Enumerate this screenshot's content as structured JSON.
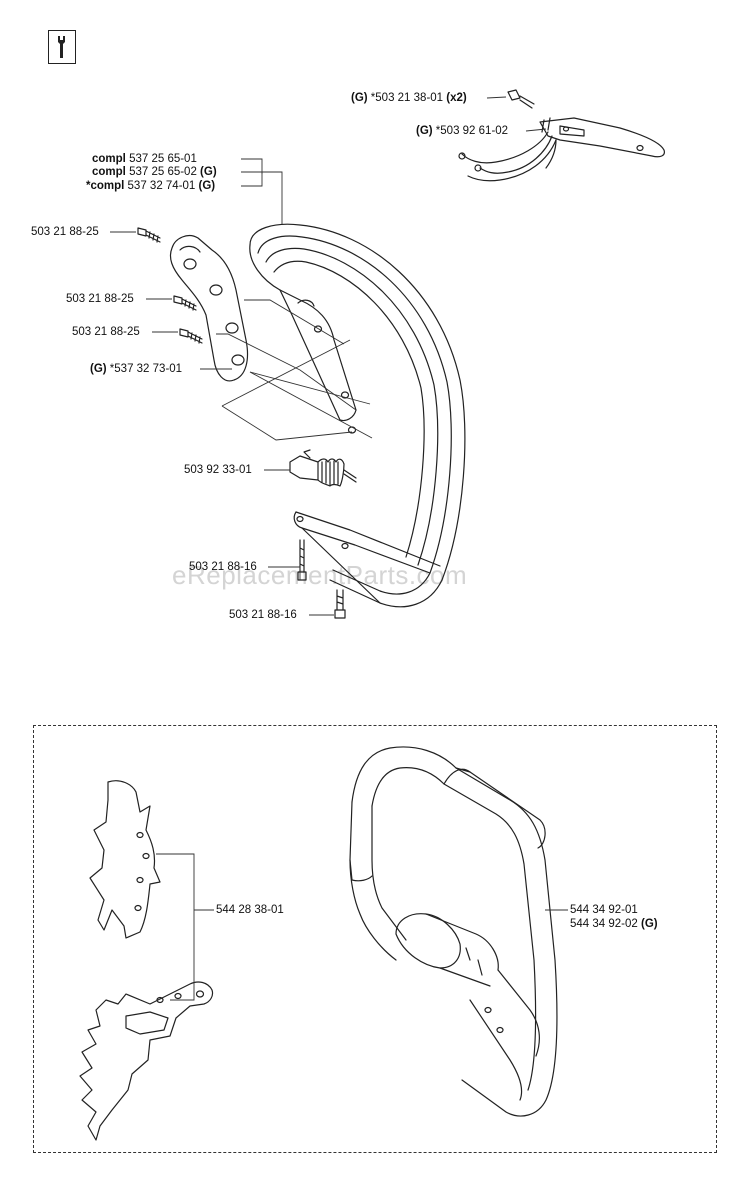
{
  "watermark": "eReplacementParts.com",
  "icons": {
    "section": "wrench-icon"
  },
  "labels": {
    "sensor_screw": {
      "prefix": "(G)",
      "part": " *503 21 38-01 ",
      "suffix": "(x2)"
    },
    "sensor_bracket": {
      "prefix": "(G)",
      "part": " *503 92 61-02"
    },
    "compl_1": {
      "prefix": "compl",
      "part": " 537 25 65-01"
    },
    "compl_2": {
      "prefix": "compl",
      "part": " 537 25 65-02 ",
      "suffix": "(G)"
    },
    "compl_3": {
      "prefix": "*compl",
      "part": " 537 32 74-01 ",
      "suffix": "(G)"
    },
    "screw_top": "503 21 88-25",
    "screw_mid": "503 21 88-25",
    "screw_low": "503 21 88-25",
    "bracket": {
      "prefix": "(G)",
      "part": " *537 32 73-01"
    },
    "spring": "503 92 33-01",
    "screw_bottom_1": "503 21 88-16",
    "screw_bottom_2": "503 21 88-16",
    "spike": "544 28 38-01",
    "handle_1": "544 34 92-01",
    "handle_2": {
      "part": "544 34 92-02 ",
      "suffix": "(G)"
    }
  }
}
